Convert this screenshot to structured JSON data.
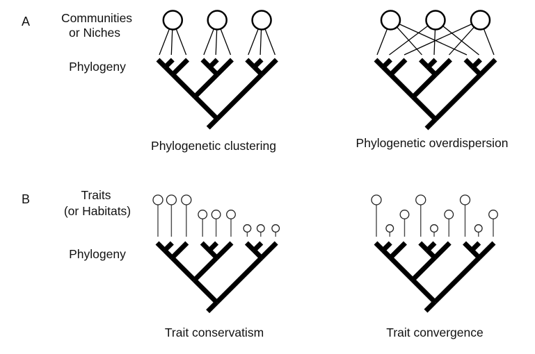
{
  "figure": {
    "panel_a": {
      "label": "A",
      "row_label_top": [
        "Communities",
        "or Niches"
      ],
      "row_label_bottom": "Phylogeny",
      "diagrams": [
        {
          "caption": "Phylogenetic clustering",
          "community_members": [
            [
              1,
              2,
              3
            ],
            [
              4,
              5,
              6
            ],
            [
              7,
              8,
              9
            ]
          ]
        },
        {
          "caption": "Phylogenetic overdispersion",
          "community_members": [
            [
              1,
              4,
              7
            ],
            [
              2,
              5,
              8
            ],
            [
              3,
              6,
              9
            ]
          ]
        }
      ]
    },
    "panel_b": {
      "label": "B",
      "row_label_top": [
        "Traits",
        "(or Habitats)"
      ],
      "row_label_bottom": "Phylogeny",
      "diagrams": [
        {
          "caption": "Trait conservatism",
          "trait_levels": [
            3,
            3,
            3,
            2,
            2,
            2,
            1,
            1,
            1
          ]
        },
        {
          "caption": "Trait convergence",
          "trait_levels": [
            3,
            1,
            2,
            3,
            1,
            2,
            3,
            1,
            2
          ]
        }
      ]
    },
    "phylogeny": {
      "tips": 9,
      "topology": "((((1,2),3),((4,5),6)),((7,8),9))"
    },
    "colors": {
      "ink": "#000000",
      "background": "#ffffff"
    }
  }
}
